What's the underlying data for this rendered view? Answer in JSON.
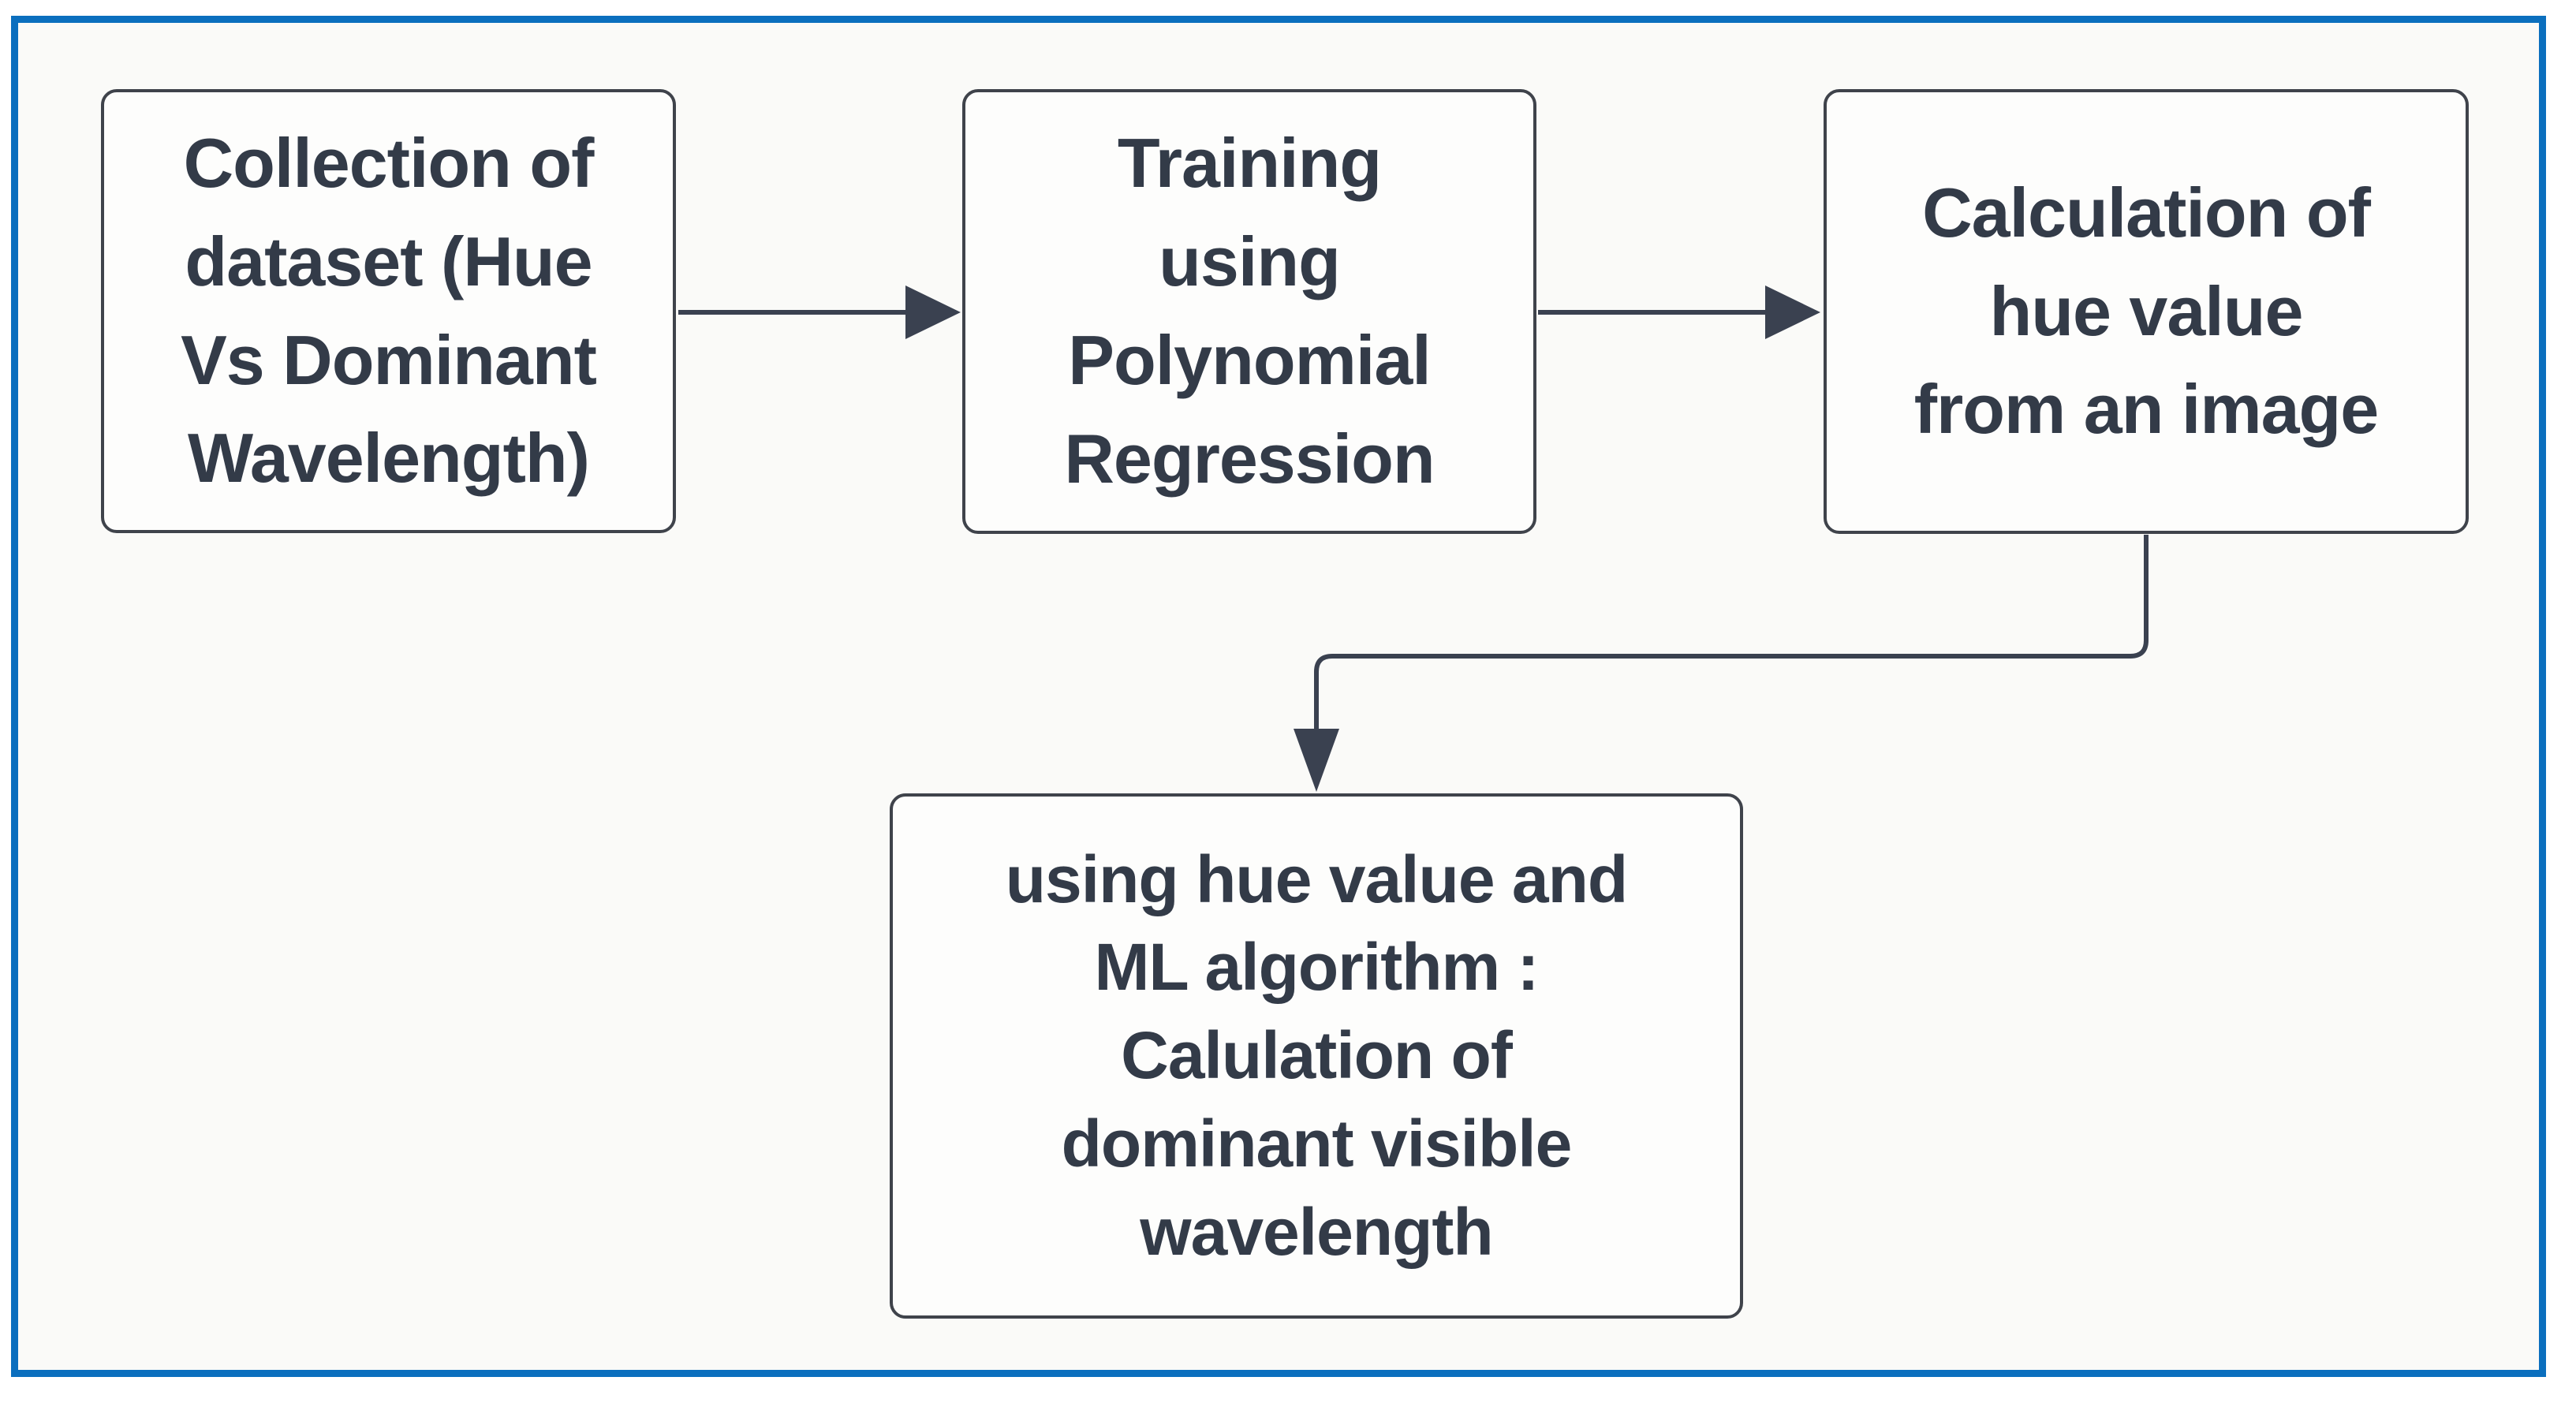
{
  "diagram": {
    "type": "flowchart",
    "frame_color": "#0b6fbe",
    "node_border_color": "#3f434b",
    "connector_color": "#3a4150",
    "text_color": "#333b48",
    "nodes": [
      {
        "id": "collection-dataset",
        "label": "Collection of\ndataset (Hue\nVs Dominant\nWavelength)"
      },
      {
        "id": "training-polyreg",
        "label": "Training\nusing\nPolynomial\nRegression"
      },
      {
        "id": "calc-hue-value",
        "label": "Calculation of\nhue value\nfrom an image"
      },
      {
        "id": "calc-dominant-wl",
        "label": "using hue value and\nML algorithm :\nCalulation of\ndominant visible\nwavelength"
      }
    ],
    "edges": [
      {
        "from": "collection-dataset",
        "to": "training-polyreg"
      },
      {
        "from": "training-polyreg",
        "to": "calc-hue-value"
      },
      {
        "from": "calc-hue-value",
        "to": "calc-dominant-wl"
      }
    ]
  }
}
